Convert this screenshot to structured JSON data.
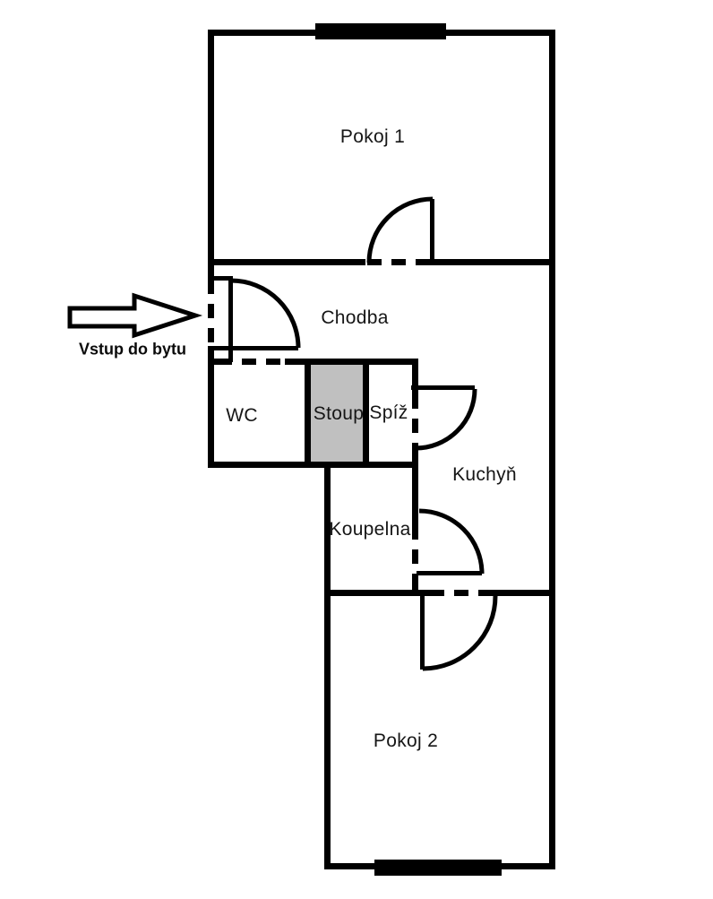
{
  "diagram": {
    "type": "apartment-floor-plan",
    "labels": {
      "pokoj1": "Pokoj 1",
      "chodba": "Chodba",
      "wc": "WC",
      "stoup": "Stoup",
      "spiz": "Spíž",
      "kuchyn": "Kuchyň",
      "koupelna": "Koupelna",
      "pokoj2": "Pokoj 2",
      "entrance": "Vstup do bytu"
    },
    "colors": {
      "wall": "#000000",
      "stoup_fill": "#c0c0c0",
      "background": "#ffffff"
    }
  }
}
